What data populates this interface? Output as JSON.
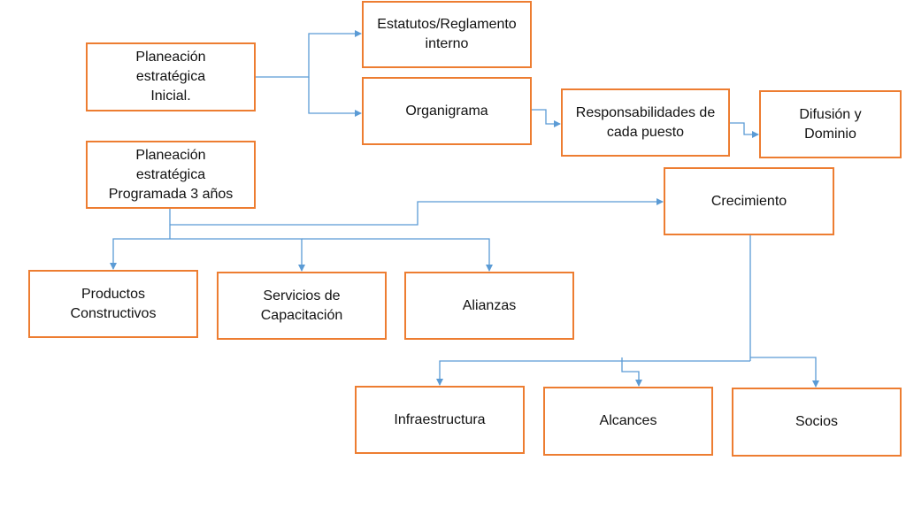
{
  "colors": {
    "box_border": "#ED7D31",
    "connector": "#5B9BD5",
    "text": "#111111"
  },
  "nodes": {
    "planeacion_inicial": "Planeación\nestratégica\nInicial.",
    "estatutos": "Estatutos/Reglamento\ninterno",
    "organigrama": "Organigrama",
    "responsabilidades": "Responsabilidades de\ncada puesto",
    "difusion": "Difusión y\nDominio",
    "planeacion_programada": "Planeación\nestratégica\nProgramada 3 años",
    "crecimiento": "Crecimiento",
    "productos": "Productos\nConstructivos",
    "servicios": "Servicios de\nCapacitación",
    "alianzas": "Alianzas",
    "infraestructura": "Infraestructura",
    "alcances": "Alcances",
    "socios": "Socios"
  }
}
